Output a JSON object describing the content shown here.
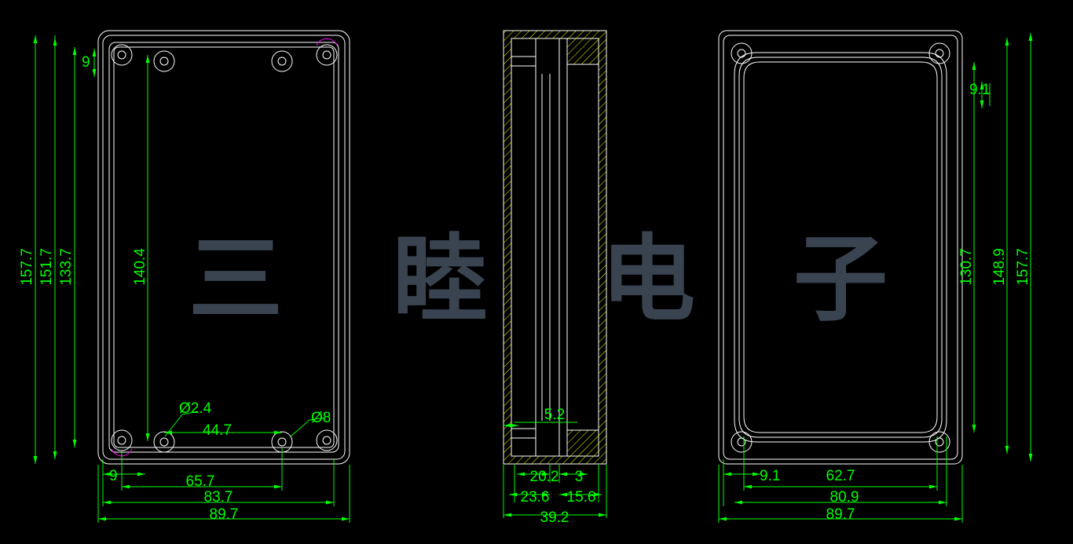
{
  "drawing": {
    "title": "Enclosure technical drawing",
    "colors": {
      "background": "#000000",
      "outline": "#ffffff",
      "dimension": "#00ff00",
      "hatch": "#ffff00",
      "watermark": "#3a4450",
      "magenta": "#ff00ff"
    },
    "watermark_text": [
      "三",
      "睦",
      "电",
      "子"
    ]
  },
  "views": {
    "front": {
      "name": "front-view",
      "dimensions": {
        "left_outer": "157.7",
        "left_second": "151.7",
        "left_third": "133.7",
        "left_inner": "140.4",
        "top_small": "9",
        "hole_small": "Ø2.4",
        "hole_large": "Ø8",
        "center_span": "44.7",
        "bottom_small": "9",
        "bottom_1": "65.7",
        "bottom_2": "83.7",
        "bottom_3": "89.7"
      }
    },
    "side": {
      "name": "side-section-view",
      "dimensions": {
        "inner_width": "5.2",
        "b1": "20.2",
        "b2": "3",
        "b3": "23.6",
        "b4": "15.6",
        "b5": "39.2"
      }
    },
    "back": {
      "name": "back-view",
      "dimensions": {
        "top_small": "9.1",
        "right_1": "130.7",
        "right_2": "148.9",
        "right_3": "157.7",
        "bottom_small": "9.1",
        "bottom_1": "62.7",
        "bottom_2": "80.9",
        "bottom_3": "89.7"
      }
    }
  }
}
